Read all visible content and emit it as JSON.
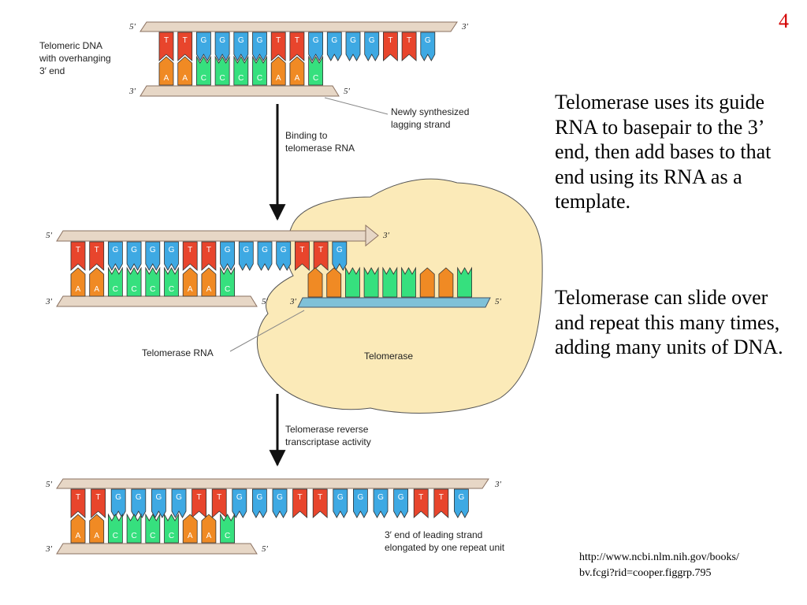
{
  "slide": {
    "page_number": "4",
    "paragraphs": [
      "Telomerase uses its guide RNA to basepair to the 3’ end, then add bases to that end using its RNA as a template.",
      "Telomerase can slide over and repeat this many times, adding many units of DNA."
    ],
    "source_line1": "http://www.ncbi.nlm.nih.gov/books/",
    "source_line2": "bv.fcgi?rid=cooper.figgrp.795"
  },
  "diagram": {
    "colors": {
      "T": "#e8452c",
      "A": "#f08a24",
      "G": "#3ea9e3",
      "C": "#36e07e",
      "backbone": "#e7d7c6",
      "rna": "#7fc1d8",
      "enzyme": "#fbeab8"
    },
    "panel1": {
      "top_left": "5′",
      "top_right": "3′",
      "bottom_left": "3′",
      "bottom_right": "5′",
      "top_strand": [
        "T",
        "T",
        "G",
        "G",
        "G",
        "G",
        "T",
        "T",
        "G",
        "G",
        "G",
        "G",
        "T",
        "T",
        "G"
      ],
      "bottom_strand": [
        "A",
        "A",
        "C",
        "C",
        "C",
        "C",
        "A",
        "A",
        "C"
      ],
      "label_telomeric_line1": "Telomeric DNA",
      "label_telomeric_line2": "with overhanging",
      "label_telomeric_line3": "3′ end",
      "label_lagging_line1": "Newly synthesized",
      "label_lagging_line2": "lagging strand"
    },
    "step1_line1": "Binding to",
    "step1_line2": "telomerase RNA",
    "panel2": {
      "top_left": "5′",
      "top_right": "3′",
      "bottom_left": "3′",
      "bottom_right": "5′",
      "rna_left": "3′",
      "rna_right": "5′",
      "top_strand": [
        "T",
        "T",
        "G",
        "G",
        "G",
        "G",
        "T",
        "T",
        "G",
        "G",
        "G",
        "G",
        "T",
        "T",
        "G"
      ],
      "bottom_strand": [
        "A",
        "A",
        "C",
        "C",
        "C",
        "C",
        "A",
        "A",
        "C"
      ],
      "rna_bases": [
        "A",
        "A",
        "C",
        "C",
        "C",
        "C",
        "A",
        "A",
        "C"
      ],
      "label_rna": "Telomerase RNA",
      "label_enzyme": "Telomerase"
    },
    "step2_line1": "Telomerase reverse",
    "step2_line2": "transcriptase activity",
    "panel3": {
      "top_left": "5′",
      "top_right": "3′",
      "bottom_left": "3′",
      "bottom_right": "5′",
      "top_strand": [
        "T",
        "T",
        "G",
        "G",
        "G",
        "G",
        "T",
        "T",
        "G",
        "G",
        "G",
        "T",
        "T",
        "G",
        "G",
        "G",
        "G",
        "T",
        "T",
        "G"
      ],
      "bottom_strand": [
        "A",
        "A",
        "C",
        "C",
        "C",
        "C",
        "A",
        "A",
        "C"
      ],
      "label_leading_line1": "3′ end of leading strand",
      "label_leading_line2": "elongated by one repeat unit"
    }
  }
}
